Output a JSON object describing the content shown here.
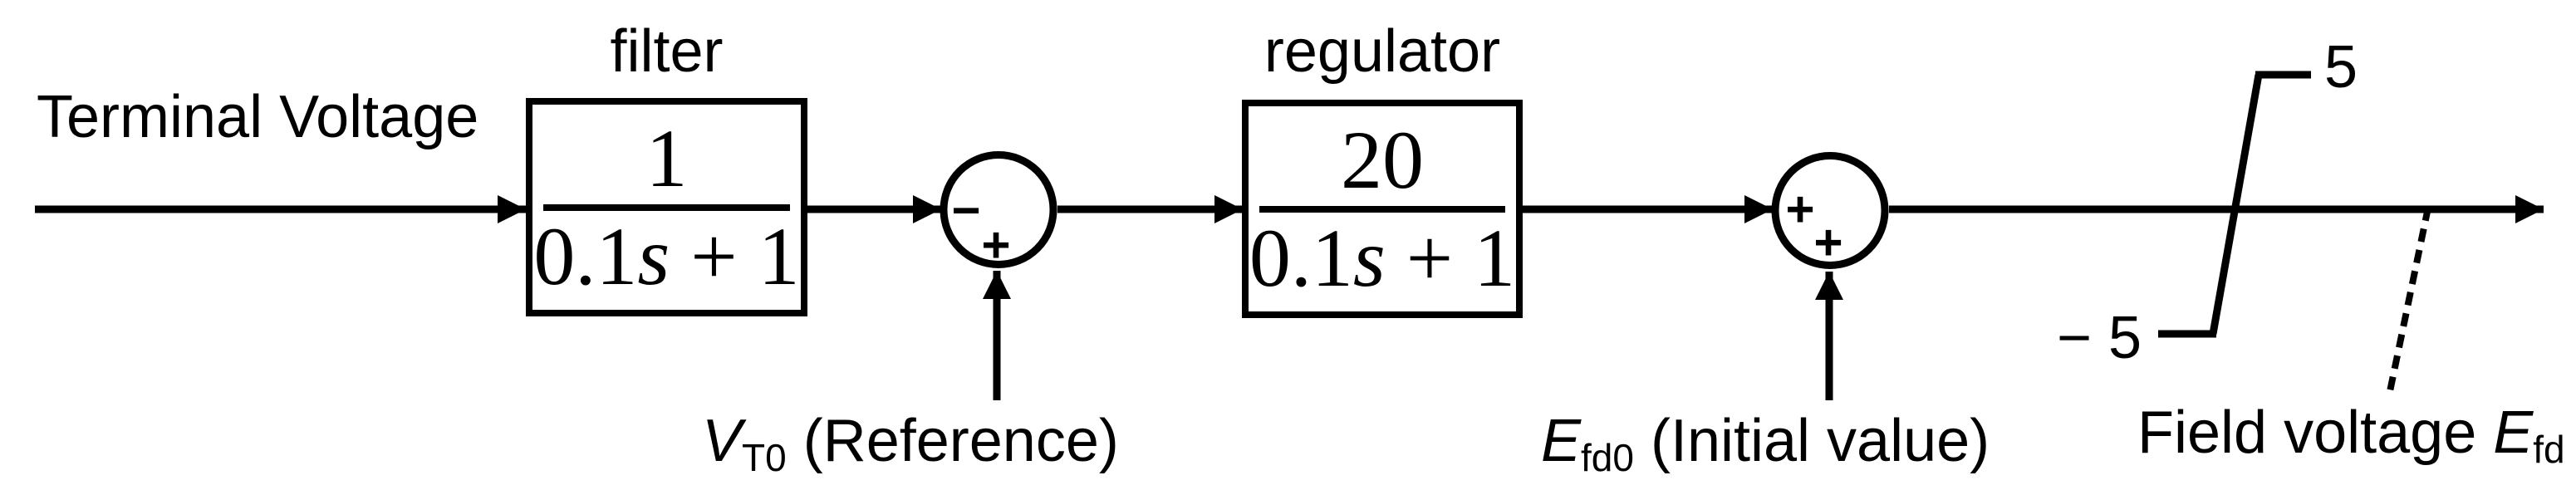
{
  "colors": {
    "ink": "#000000",
    "background": "#ffffff"
  },
  "diagram": {
    "input_label": "Terminal Voltage",
    "filter": {
      "label": "filter",
      "numerator": "1",
      "den_coeff": "0.1",
      "den_var": "s",
      "den_rest": " + 1"
    },
    "regulator": {
      "label": "regulator",
      "numerator": "20",
      "den_coeff": "0.1",
      "den_var": "s",
      "den_rest": " + 1"
    },
    "sum1": {
      "top_sign": "−",
      "bottom_sign": "+"
    },
    "sum2": {
      "left_sign": "+",
      "bottom_sign": "+"
    },
    "reference": {
      "var": "V",
      "sub": "T0",
      "rest": " (Reference)"
    },
    "initial_value": {
      "var": "E",
      "sub": "fd0",
      "rest": " (Initial value)"
    },
    "saturation": {
      "upper_limit": "5",
      "lower_limit": "− 5"
    },
    "output": {
      "pre": "Field voltage ",
      "var": "E",
      "sub": "fd"
    }
  }
}
